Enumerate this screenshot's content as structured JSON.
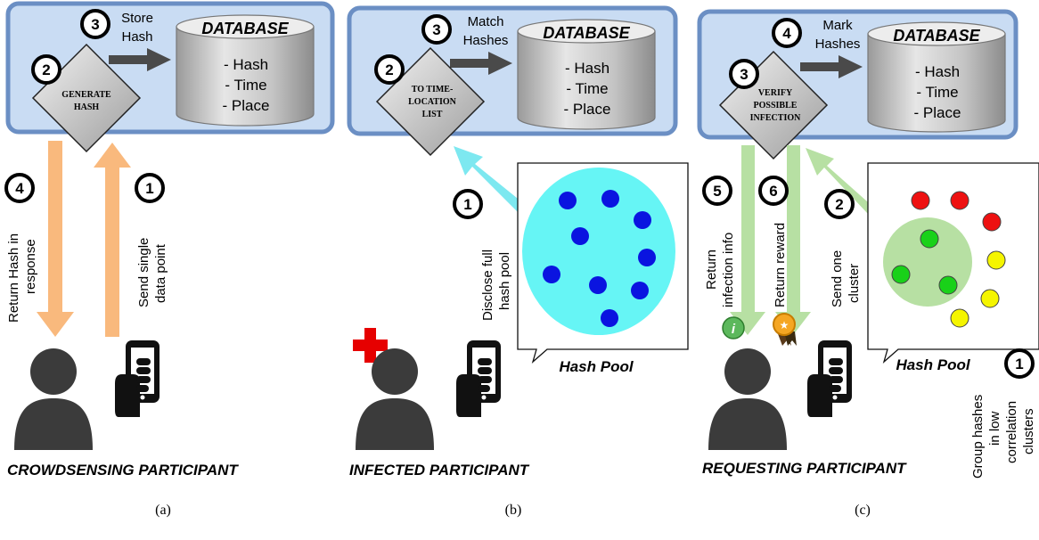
{
  "panel_a": {
    "step_store": "3",
    "store_label_1": "Store",
    "store_label_2": "Hash",
    "step_generate": "2",
    "generate_label_1": "GENERATE",
    "generate_label_2": "HASH",
    "database_title": "DATABASE",
    "db_fields": [
      "- Hash",
      "- Time",
      "- Place"
    ],
    "step_return": "4",
    "return_label_1": "Return Hash in",
    "return_label_2": "response",
    "step_send": "1",
    "send_label_1": "Send single",
    "send_label_2": "data point",
    "participant_label": "CROWDSENSING PARTICIPANT",
    "caption": "(a)"
  },
  "panel_b": {
    "step_match": "3",
    "match_label_1": "Match",
    "match_label_2": "Hashes",
    "step_timeloc": "2",
    "timeloc_label_1": "TO TIME-",
    "timeloc_label_2": "LOCATION",
    "timeloc_label_3": "LIST",
    "database_title": "DATABASE",
    "db_fields": [
      "- Hash",
      "- Time",
      "- Place"
    ],
    "step_disclose": "1",
    "disclose_label_1": "Disclose full",
    "disclose_label_2": "hash pool",
    "pool_label": "Hash Pool",
    "participant_label": "INFECTED PARTICIPANT",
    "caption": "(b)"
  },
  "panel_c": {
    "step_mark": "4",
    "mark_label_1": "Mark",
    "mark_label_2": "Hashes",
    "step_verify": "3",
    "verify_label_1": "VERIFY",
    "verify_label_2": "POSSIBLE",
    "verify_label_3": "INFECTION",
    "database_title": "DATABASE",
    "db_fields": [
      "- Hash",
      "- Time",
      "- Place"
    ],
    "step_return_info": "5",
    "return_info_label_1": "Return",
    "return_info_label_2": "infection info",
    "step_reward": "6",
    "reward_label": "Return reward",
    "step_send_cluster": "2",
    "send_cluster_label_1": "Send one",
    "send_cluster_label_2": "cluster",
    "pool_label": "Hash Pool",
    "step_group": "1",
    "group_label_1": "Group hashes",
    "group_label_2": "in low",
    "group_label_3": "correlation",
    "group_label_4": "clusters",
    "participant_label": "REQUESTING PARTICIPANT",
    "caption": "(c)"
  },
  "colors": {
    "panel_fill": "#c9dcf3",
    "panel_border": "#6b8fc4",
    "orange_arrow": "#f9b97d",
    "cyan_arrow": "#7de8f0",
    "green_arrow": "#b7e0a3",
    "cyan_pool": "#66f5f5",
    "dot_blue": "#0a14e0",
    "red_cross": "#e60000"
  }
}
